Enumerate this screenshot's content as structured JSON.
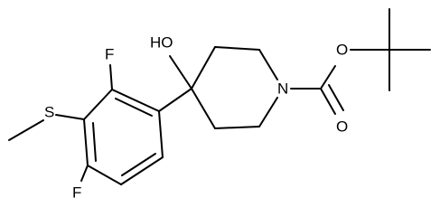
{
  "molecule": {
    "atoms": {
      "hydroxyl": "HO",
      "nitrogen": "N",
      "carbonyl_oxygen": "O",
      "ester_oxygen": "O",
      "fluorine_ortho": "F",
      "fluorine_meta": "F",
      "sulfur": "S"
    }
  }
}
